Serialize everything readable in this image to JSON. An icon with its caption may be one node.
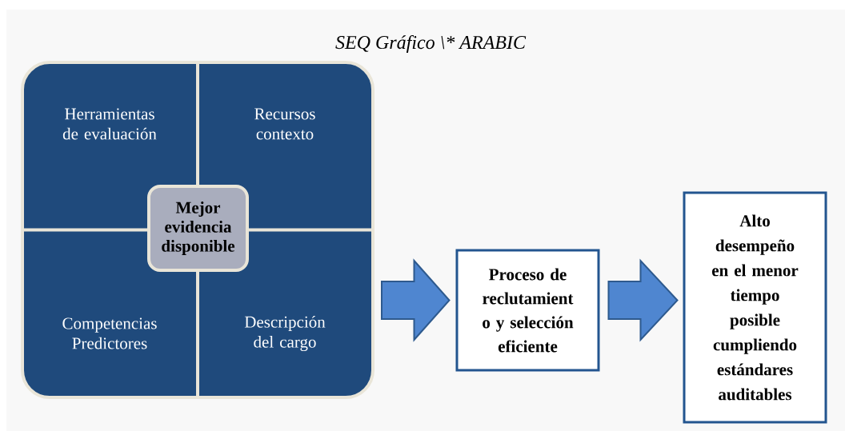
{
  "diagram": {
    "title": "SEQ Gráfico \\* ARABIC",
    "nodes": [
      {
        "text": [],
        "shape": "box"
      },
      {
        "text": [
          "Herramientas de evaluación"
        ],
        "in": 0
      },
      {
        "text": [
          "Recursos contexto"
        ],
        "in": 0
      },
      {
        "text": [
          "Competencias Predictores"
        ],
        "in": 0
      },
      {
        "text": [
          "Descripción del cargo"
        ],
        "in": 0
      },
      {
        "text": [
          "Mejor evidencia disponible"
        ],
        "in": 0
      },
      {
        "text": [
          "Proceso de reclutamient o y selección eficiente"
        ]
      },
      {
        "text": [
          "Alto desempeño en el menor tiempo posible cumpliendo estándares auditables"
        ]
      }
    ],
    "edges": [
      {
        "from": 0,
        "to": 6,
        "arrow": "to"
      },
      {
        "from": 6,
        "to": 7,
        "arrow": "to"
      }
    ]
  }
}
